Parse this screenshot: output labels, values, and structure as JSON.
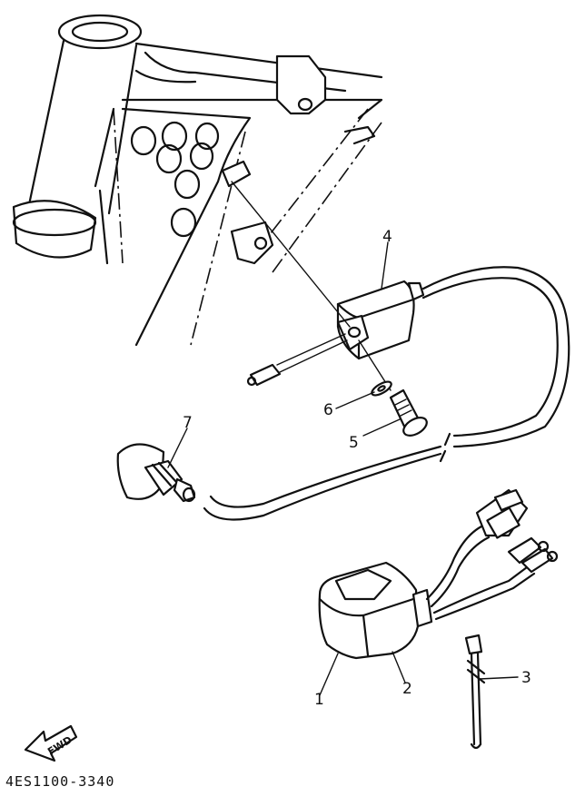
{
  "callouts": [
    {
      "id": "1",
      "label": "1"
    },
    {
      "id": "2",
      "label": "2"
    },
    {
      "id": "3",
      "label": "3"
    },
    {
      "id": "4",
      "label": "4"
    },
    {
      "id": "5",
      "label": "5"
    },
    {
      "id": "6",
      "label": "6"
    },
    {
      "id": "7",
      "label": "7"
    }
  ],
  "direction_badge": "FWD",
  "reference_code": "4ES1100-3340"
}
